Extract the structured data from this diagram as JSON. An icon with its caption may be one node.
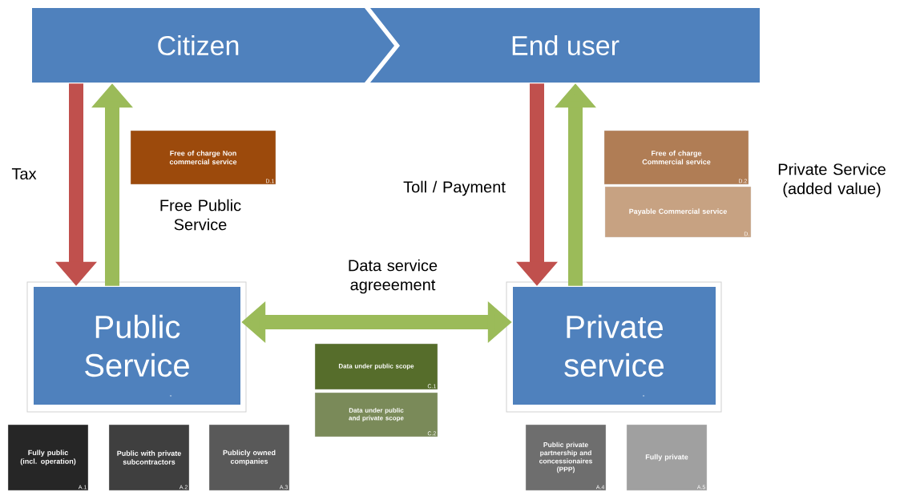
{
  "diagram": {
    "nodes": [
      {
        "text": [
          "Citizen"
        ]
      },
      {
        "text": [
          "End user"
        ]
      },
      {
        "text": [
          "Public Service",
          "-"
        ]
      },
      {
        "text": [
          "Private service",
          "-"
        ]
      },
      {
        "text": [
          "Free of charge Non commercial service",
          "D.1"
        ]
      },
      {
        "text": [
          "Free of charge Commercial service",
          "D.2"
        ]
      },
      {
        "text": [
          "Payable Commercial service",
          "D."
        ]
      },
      {
        "text": [
          "Data under public scope",
          "C.1"
        ]
      },
      {
        "text": [
          "Data under public and private scope",
          "C.2"
        ]
      },
      {
        "text": [
          "Fully public (incl. operation)",
          "A.1"
        ]
      },
      {
        "text": [
          "Public with private subcontractors",
          "A.2"
        ]
      },
      {
        "text": [
          "Publicly owned companies",
          "A.3"
        ]
      },
      {
        "text": [
          "Public private partnership and concessionaires (PPP)",
          "A.4"
        ]
      },
      {
        "text": [
          "Fully private",
          "A.5"
        ]
      }
    ],
    "edges": [
      {
        "from": 0,
        "to": 2,
        "arrow": "to",
        "label": "Tax",
        "color": "#c0504d"
      },
      {
        "from": 2,
        "to": 0,
        "arrow": "to",
        "label": "Free Public Service"
      },
      {
        "from": 1,
        "to": 3,
        "arrow": "to",
        "label": "Toll / Payment",
        "color": "#c0504d"
      },
      {
        "from": 3,
        "to": 1,
        "arrow": "to"
      },
      {
        "from": 2,
        "to": 3,
        "arrow": "both",
        "label": "Data service agreeement"
      }
    ],
    "labels": [
      "Private Service (added value)"
    ]
  }
}
